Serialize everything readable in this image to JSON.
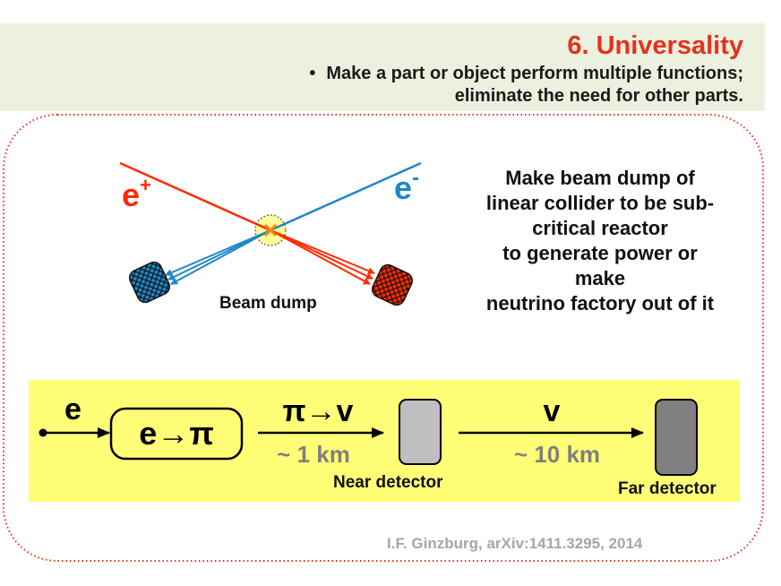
{
  "header": {
    "title": "6. Universality",
    "bullet_mark": "•",
    "bullet_line1": "Make a part or object perform multiple functions;",
    "bullet_line2": "eliminate the need for other parts."
  },
  "diagram": {
    "positron_label": "e",
    "positron_sup": "+",
    "electron_label": "e",
    "electron_sup": "-",
    "beam_dump_label": "Beam dump",
    "description_lines": [
      "Make beam dump of",
      "linear collider to be sub-",
      "critical reactor",
      "to generate power or",
      "make",
      "neutrino factory out of it"
    ]
  },
  "scheme": {
    "input_label": "e",
    "converter_label": "e→π",
    "decay_label": "π→v",
    "near_distance": "~ 1 km",
    "far_particle": "v",
    "far_distance": "~ 10 km",
    "near_detector_label": "Near detector",
    "far_detector_label": "Far detector"
  },
  "citation": "I.F. Ginzburg,  arXiv:1411.3295, 2014",
  "colors": {
    "header_bg": "#ebf1de",
    "title": "#e8301e",
    "positron": "#ff2a00",
    "electron": "#1f86c8",
    "scheme_bg": "#ffff77",
    "frame": "#e8301e",
    "citation": "#a6a6a6"
  }
}
